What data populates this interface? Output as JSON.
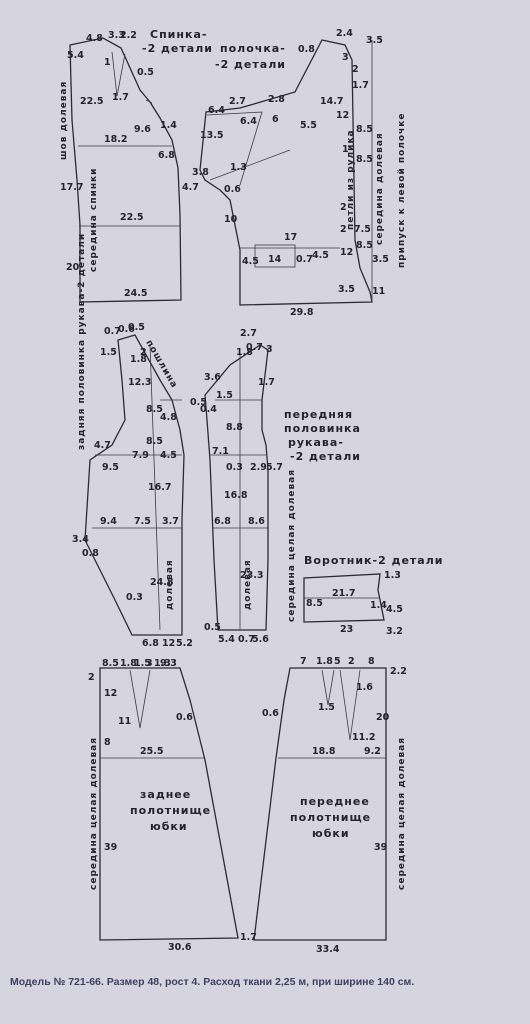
{
  "pieces": {
    "back": {
      "title_1": "Спинка-",
      "title_2": "-2 детали",
      "seam_label": "шов долевая",
      "center_label": "середина спинки",
      "nums": [
        "4.8",
        "3.3",
        "2.2",
        "5.4",
        "1",
        "0.5",
        "1.7",
        "22.5",
        "1.4",
        "9.6",
        "18.2",
        "6.8",
        "17.7",
        "22.5",
        "20",
        "24.5"
      ]
    },
    "front": {
      "title_1": "полочка-",
      "title_2": "-2 детали",
      "loops_label": "петли из рулика",
      "center_label": "середина долевая",
      "allowance_label": "припуск к левой полочке",
      "nums": [
        "2.4",
        "3.5",
        "0.8",
        "3",
        "2",
        "1.7",
        "2.8",
        "14.7",
        "6.4",
        "2.7",
        "6.4",
        "6",
        "5.5",
        "12",
        "8.5",
        "1",
        "8.5",
        "13.5",
        "3.8",
        "1.3",
        "0.6",
        "4.7",
        "10",
        "17",
        "2",
        "7.5",
        "2",
        "8.5",
        "12",
        "4.5",
        "14",
        "0.7",
        "4.5",
        "3.5",
        "3.5",
        "11",
        "29.8"
      ]
    },
    "sleeve_back": {
      "title": "задняя половинка рукава-2 детали",
      "edge_label": "пошлина",
      "dolevaya": "долевая",
      "nums": [
        "0.7",
        "1.5",
        "0.6",
        "0.5",
        "2",
        "1.8",
        "12.3",
        "0.5",
        "8.5",
        "4.8",
        "4.7",
        "8.5",
        "9.5",
        "7.9",
        "4.5",
        "16.7",
        "9.4",
        "7.5",
        "3.7",
        "3.4",
        "0.8",
        "24.8",
        "0.3",
        "6.8",
        "12",
        "5.2"
      ]
    },
    "sleeve_front": {
      "title_1": "передняя",
      "title_2": "половинка",
      "title_3": "рукава-",
      "title_4": "-2 детали",
      "dolevaya": "долевая",
      "nums": [
        "1.8",
        "0.7",
        "2.7",
        "3",
        "3.6",
        "1.5",
        "1.7",
        "0.4",
        "8.8",
        "7.1",
        "0.3",
        "2.9",
        "5.7",
        "16.8",
        "6.8",
        "8.6",
        "23.3",
        "0.5",
        "5.4",
        "0.7",
        "5.6"
      ]
    },
    "collar": {
      "title": "Воротник-2 детали",
      "center_label": "середина целая долевая",
      "nums": [
        "21.7",
        "1.3",
        "8.5",
        "1.4",
        "4.5",
        "23",
        "3.2"
      ]
    },
    "skirt_back": {
      "title_1": "заднее",
      "title_2": "полотнище",
      "title_3": "юбки",
      "side_label": "середина целая долевая",
      "nums": [
        "8.5",
        "1.8",
        "1.5",
        "3",
        "1.3",
        "9.3",
        "2",
        "12",
        "11",
        "0.6",
        "8",
        "25.5",
        "39",
        "30.6",
        "1.7"
      ]
    },
    "skirt_front": {
      "title_1": "переднее",
      "title_2": "полотнище",
      "title_3": "юбки",
      "side_label": "середина целая долевая",
      "nums": [
        "7",
        "1.8",
        "5",
        "2",
        "8",
        "2.2",
        "0.6",
        "1.5",
        "1.6",
        "20",
        "11.2",
        "18.8",
        "9.2",
        "39",
        "33.4"
      ]
    }
  },
  "footer": {
    "text": "Модель № 721-66. Размер 48, рост 4. Расход ткани 2,25 м, при ширине 140 см."
  }
}
